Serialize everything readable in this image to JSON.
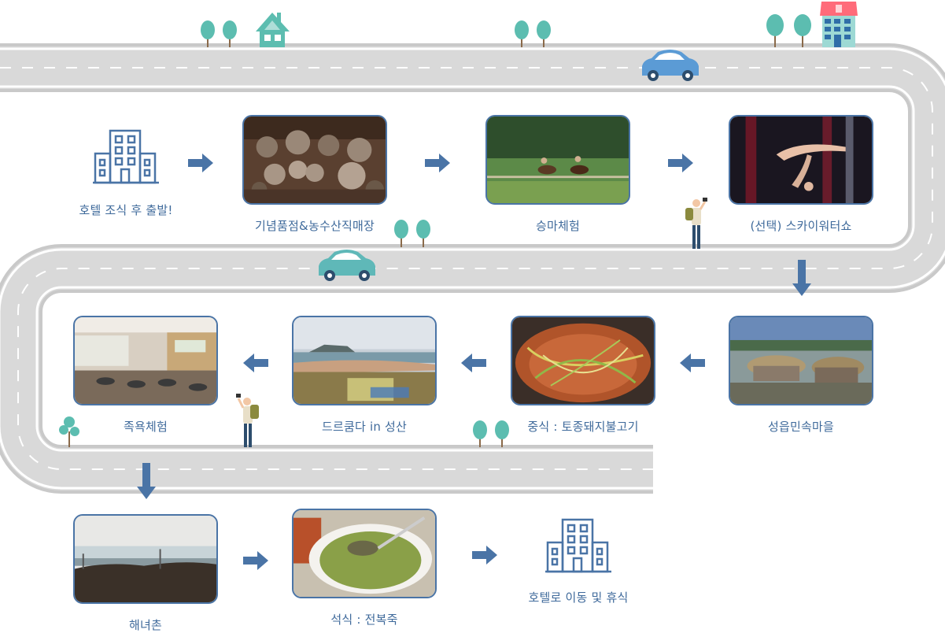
{
  "steps": [
    {
      "label": "호텔 조식 후 출발!",
      "icon": "building-icon"
    },
    {
      "label": "기념품점&농수산직매장",
      "icon": "dolhareubang-statues-photo"
    },
    {
      "label": "승마체험",
      "icon": "horseback-riding-photo"
    },
    {
      "label": "(선택) 스카이워터쇼",
      "icon": "sky-water-show-photo"
    },
    {
      "label": "성읍민속마을",
      "icon": "folk-village-photo"
    },
    {
      "label": "중식 : 토종돼지불고기",
      "icon": "pork-bulgogi-photo"
    },
    {
      "label": "드르쿰다 in 성산",
      "icon": "seongsan-coast-photo"
    },
    {
      "label": "족욕체험",
      "icon": "foot-bath-room-photo"
    },
    {
      "label": "해녀촌",
      "icon": "haenyeo-village-photo"
    },
    {
      "label": "석식 : 전복죽",
      "icon": "abalone-porridge-photo"
    },
    {
      "label": "호텔로 이동 및 휴식",
      "icon": "building-icon"
    }
  ],
  "colors": {
    "road": "#bfbfbf",
    "road_edge": "#ffffff",
    "label": "#3f6a9b",
    "arrow": "#4a74a6",
    "car": "#5b9bd5",
    "car_teal": "#5fb8b8",
    "tree": "#5cbdb0"
  }
}
